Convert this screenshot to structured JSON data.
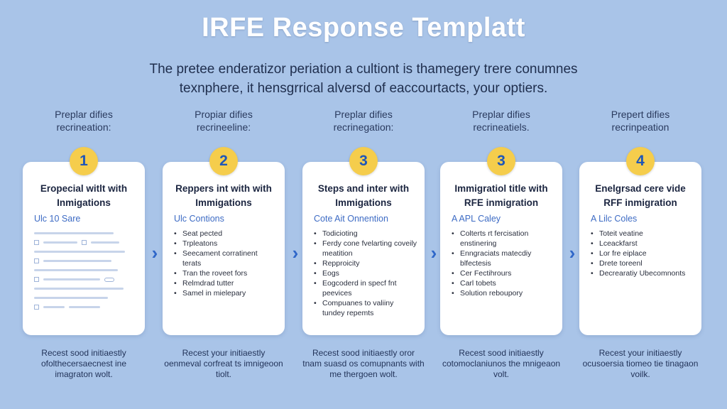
{
  "title": "IRFE Response Templatt",
  "subtitle": "The pretee enderatizor periation a cultiont is thamegery trere conumnes texnphere, it hensgrrical alversd of eaccourtacts, your optiers.",
  "columns": [
    {
      "head": "Preplar difies\nrecrineation:",
      "number": "1",
      "card_title": "Eropecial witlt with Inmigations",
      "card_sub": "Ulc 10 Sare",
      "bullets": [],
      "footer": "Recest sood initiaestly ofolthecersaecnest ine imagraton wolt."
    },
    {
      "head": "Propiar difies\nrecrineeline:",
      "number": "2",
      "card_title": "Reppers int with with Immigations",
      "card_sub": "Ulc Contions",
      "bullets": [
        "Seat pected",
        "Trpleatons",
        "Seecament corratinent terats",
        "Tran the roveet fors",
        "Relmdrad tutter",
        "Samel in mielepary"
      ],
      "footer": "Recest your initiaestly oenmeval corfreat ts imnigeoon tiolt."
    },
    {
      "head": "Preplar difies\nrecrinegation:",
      "number": "3",
      "card_title": "Steps and inter with Immigations",
      "card_sub": "Cote Ait Onnention",
      "bullets": [
        "Todicioting",
        "Ferdy cone fvelarting coveily meatition",
        "Repproicity",
        "Eogs",
        "Eogcoderd in specf fnt peevices",
        "Compuanes to valiiny tundey repemts"
      ],
      "footer": "Recest sood initiaestly oror tnam suasd os comupnants with me thergoen wolt."
    },
    {
      "head": "Preplar difies\nrecrineatiels.",
      "number": "3",
      "card_title": "Immigratiol title with RFE inmigration",
      "card_sub": "A APL Caley",
      "bullets": [
        "Colterts rt fercisation enstinering",
        "Enngraciats matecdiy blfectesis",
        "Cer Fectihrours",
        "Carl tobets",
        "Solution reboupory"
      ],
      "footer": "Recest sood initiaestly cotomoclaniunos the mnigeaon volt."
    },
    {
      "head": "Prepert difies\nrecrinpeation",
      "number": "4",
      "card_title": "Enelgrsad cere vide RFF inmigration",
      "card_sub": "A Lilc Coles",
      "bullets": [
        "Toteit veatine",
        "Lceackfarst",
        "Lor fre eiplace",
        "Drete toreenl",
        "Decrearatiy Ubecomnonts"
      ],
      "footer": "Recest your initiaestly ocusoersia tiomeo tie tinagaon voilk."
    }
  ],
  "colors": {
    "background": "#a9c4e8",
    "badge": "#f5cd4c",
    "badge_text": "#1f57b8",
    "accent": "#3d6bc4",
    "chevron": "#2f67c9"
  },
  "icons": {
    "chevron": "chevron-right-icon"
  }
}
